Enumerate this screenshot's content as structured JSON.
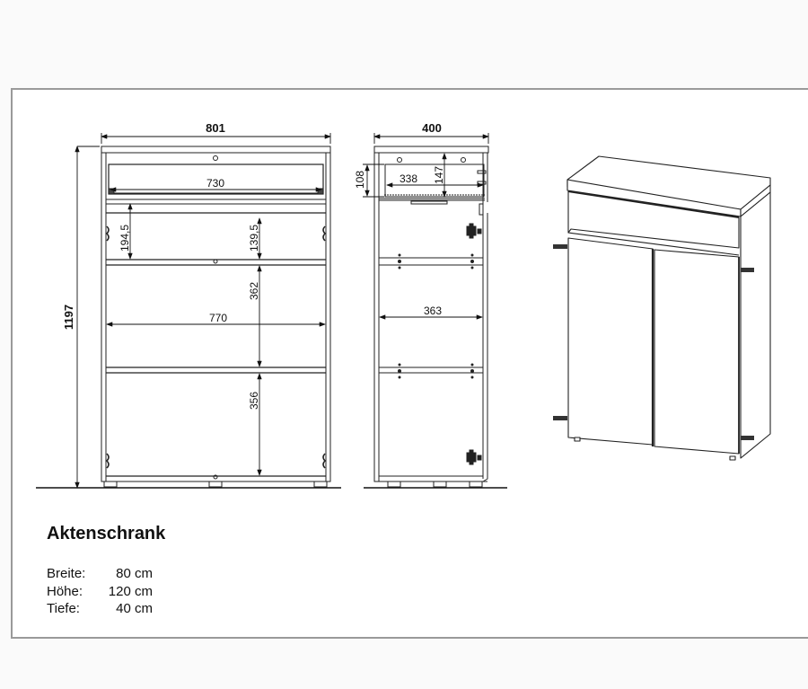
{
  "title": "Aktenschrank",
  "specs": [
    {
      "label": "Breite:",
      "value": "80 cm"
    },
    {
      "label": "Höhe:",
      "value": "120 cm"
    },
    {
      "label": "Tiefe:",
      "value": "40 cm"
    }
  ],
  "front_view": {
    "overall_width": "801",
    "overall_height": "1197",
    "drawer_inner_width": "730",
    "compartment_height_left": "194,5",
    "compartment_height_right": "139,5",
    "middle_compartment_height": "362",
    "inner_width": "770",
    "bottom_compartment_height": "356"
  },
  "side_view": {
    "overall_depth": "400",
    "drawer_front_height": "108",
    "drawer_depth": "338",
    "drawer_height": "147",
    "inner_depth": "363"
  }
}
